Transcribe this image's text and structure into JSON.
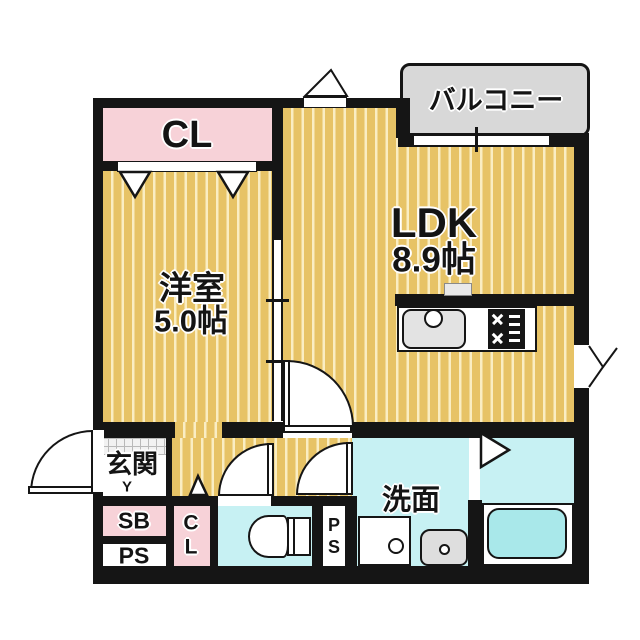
{
  "floorplan": {
    "labels": {
      "closet_top": "CL",
      "western_room_name": "洋室",
      "western_room_size": "5.0帖",
      "ldk_name": "LDK",
      "ldk_size": "8.9帖",
      "balcony": "バルコニー",
      "entrance": "玄関",
      "entrance_step_mark": "Y",
      "shoe_box": "SB",
      "pipe_space_left": "PS",
      "closet_bottom": [
        "C",
        "L"
      ],
      "pipe_space_right": [
        "P",
        "S"
      ],
      "washroom": "洗面"
    },
    "colors": {
      "wall": "#151515",
      "flooring_tan": "#e7c366",
      "flooring_stripe": "#fff8da",
      "closet_pink": "#f7d2d8",
      "wet_area_cyan": "#c7f1f3",
      "bathtub_cyan": "#a9e8ea",
      "balcony_gray": "#d8d8d8",
      "background": "#ffffff"
    },
    "fixtures": [
      "kitchen-sink",
      "gas-stove",
      "range-hood",
      "toilet",
      "washing-machine-pan",
      "wash-basin",
      "bathtub",
      "entrance-door-swing",
      "toilet-door-swing",
      "washroom-door-swing",
      "ldk-door-swing",
      "sliding-partition",
      "closet-folding-doors",
      "balcony-sliding-window",
      "awning-window",
      "exterior-side-door"
    ]
  }
}
